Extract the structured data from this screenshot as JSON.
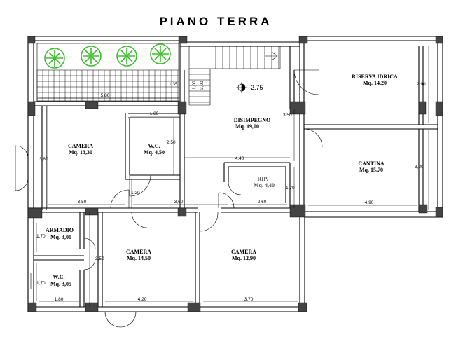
{
  "title": "PIANO TERRA",
  "level": "-2.75",
  "rooms": {
    "riserva": {
      "name": "RISERVA IDRICA",
      "area": "Mq. 14,20"
    },
    "disimpegno": {
      "name": "DISIMPEGNO",
      "area": "Mq. 19,00"
    },
    "camera1": {
      "name": "CAMERA",
      "area": "Mq. 13,30"
    },
    "wc1": {
      "name": "W.C.",
      "area": "Mq. 4,50"
    },
    "cantina": {
      "name": "CANTINA",
      "area": "Mq. 15,70"
    },
    "rip": {
      "name": "RIP.",
      "area": "Mq. 4,40"
    },
    "armadio": {
      "name": "ARMADIO",
      "area": "Mq. 3,00"
    },
    "camera2": {
      "name": "CAMERA",
      "area": "Mq. 14,50"
    },
    "camera3": {
      "name": "CAMERA",
      "area": "Mq. 12,90"
    },
    "wc2": {
      "name": "W.C.",
      "area": "Mq. 3,05"
    }
  },
  "dimensions": {
    "d580": "5,80",
    "d135": "1,35",
    "d180a": "1,80",
    "d290": "2,90",
    "d350a": "3,50",
    "d250": "2,50",
    "d380": "3,80",
    "d440": "4,40",
    "d320": "3,20",
    "d170a": "1,70",
    "d120": "1,20",
    "d350b": "3,50",
    "d360": "3,60",
    "d260": "2,60",
    "d490": "4,90",
    "d170b": "1,70",
    "d350c": "3,50",
    "d170c": "1,70",
    "d180b": "1,80",
    "d420": "4,20",
    "d370": "3,70",
    "stair_a": "1,00",
    "stair_b": "3,00"
  }
}
